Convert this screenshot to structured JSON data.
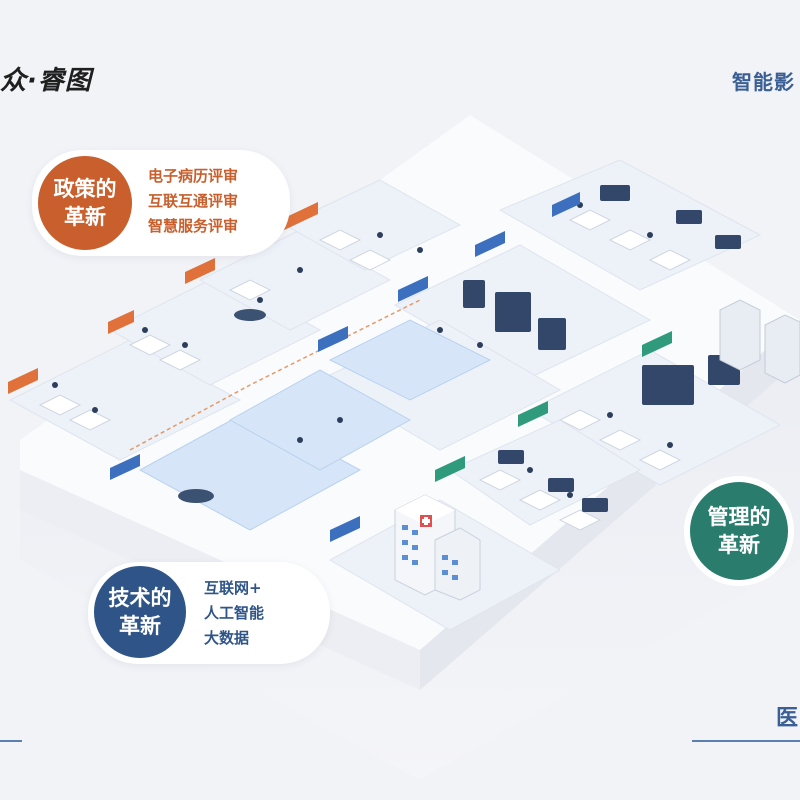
{
  "header": {
    "logo": "众·睿图",
    "title": "智能影"
  },
  "footer": {
    "corner_char": "医"
  },
  "colors": {
    "policy": "#c85f2c",
    "tech": "#2f5588",
    "management": "#2a7d6d"
  },
  "policy": {
    "title_line1": "政策的",
    "title_line2": "革新",
    "items": [
      "电子病历评审",
      "互联互通评审",
      "智慧服务评审"
    ]
  },
  "technology": {
    "title_line1": "技术的",
    "title_line2": "革新",
    "items": [
      "互联网+",
      "人工智能",
      "大数据"
    ]
  },
  "management": {
    "title_line1": "管理的",
    "title_line2": "革新"
  }
}
